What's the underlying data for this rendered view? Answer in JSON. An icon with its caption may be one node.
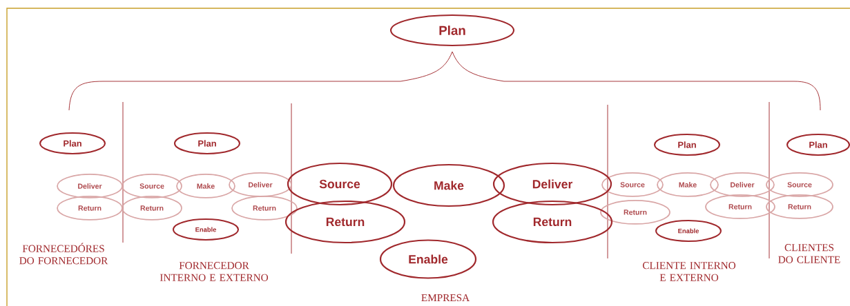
{
  "diagram": {
    "nodes": [
      {
        "text": [
          "Plan"
        ]
      },
      {
        "text": [
          "Plan"
        ]
      },
      {
        "text": [
          "Deliver"
        ]
      },
      {
        "text": [
          "Return"
        ]
      },
      {
        "text": [
          "Plan"
        ]
      },
      {
        "text": [
          "Source"
        ]
      },
      {
        "text": [
          "Make"
        ]
      },
      {
        "text": [
          "Deliver"
        ]
      },
      {
        "text": [
          "Return"
        ]
      },
      {
        "text": [
          "Return"
        ]
      },
      {
        "text": [
          "Enable"
        ]
      },
      {
        "text": [
          "Source"
        ]
      },
      {
        "text": [
          "Make"
        ]
      },
      {
        "text": [
          "Deliver"
        ]
      },
      {
        "text": [
          "Return"
        ]
      },
      {
        "text": [
          "Return"
        ]
      },
      {
        "text": [
          "Enable"
        ]
      },
      {
        "text": [
          "Plan"
        ]
      },
      {
        "text": [
          "Source"
        ]
      },
      {
        "text": [
          "Make"
        ]
      },
      {
        "text": [
          "Deliver"
        ]
      },
      {
        "text": [
          "Return"
        ]
      },
      {
        "text": [
          "Return"
        ]
      },
      {
        "text": [
          "Enable"
        ]
      },
      {
        "text": [
          "Plan"
        ]
      },
      {
        "text": [
          "Source"
        ]
      },
      {
        "text": [
          "Return"
        ]
      }
    ],
    "labels": [
      "FORNECEDÓRES DO FORNECEDOR",
      "FORNECEDOR INTERNO E EXTERNO",
      "EMPRESA",
      "CLIENTE INTERNO E EXTERNO",
      "CLIENTES DO CLIENTE"
    ]
  }
}
